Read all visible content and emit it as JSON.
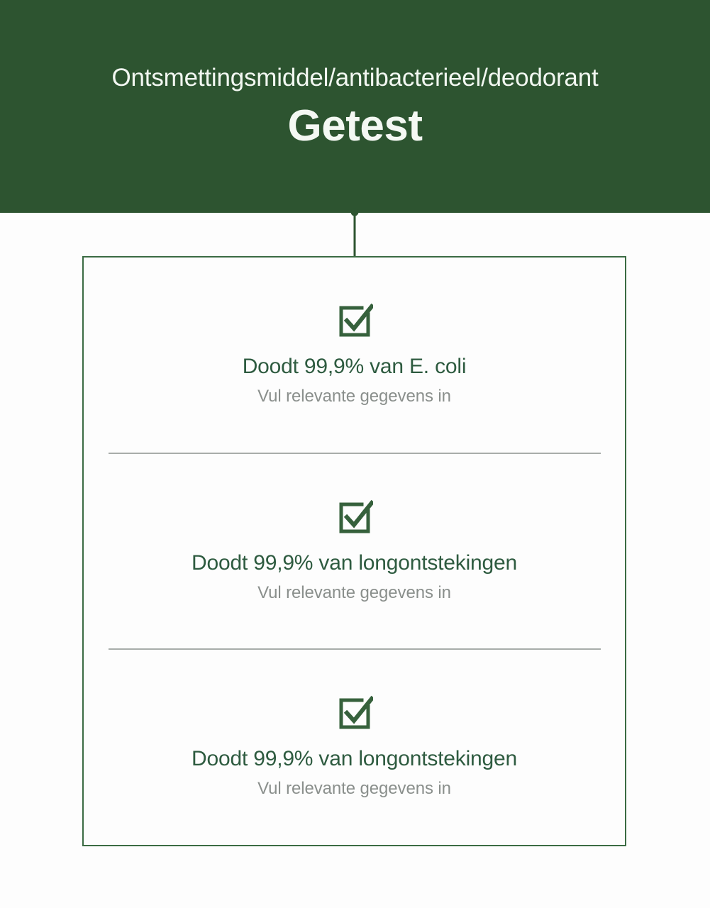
{
  "header": {
    "subtitle": "Ontsmettingsmiddel/antibacterieel/deodorant",
    "title": "Getest",
    "background_color": "#2d5430",
    "text_color": "#f2f7f1"
  },
  "connector": {
    "icon": "dot-connector-icon",
    "color": "#2d5430"
  },
  "card": {
    "border_color": "#3b6b43",
    "background_color": "#fdfdfd",
    "divider_color": "#a8adaa",
    "accent_color": "#2e5b40",
    "muted_text_color": "#8a8f8c",
    "features": [
      {
        "icon": "checked-checkbox-icon",
        "title": "Doodt 99,9% van E. coli",
        "subtitle": "Vul relevante gegevens in"
      },
      {
        "icon": "checked-checkbox-icon",
        "title": "Doodt 99,9% van longontstekingen",
        "subtitle": "Vul relevante gegevens in"
      },
      {
        "icon": "checked-checkbox-icon",
        "title": "Doodt 99,9% van longontstekingen",
        "subtitle": "Vul relevante gegevens in"
      }
    ]
  }
}
